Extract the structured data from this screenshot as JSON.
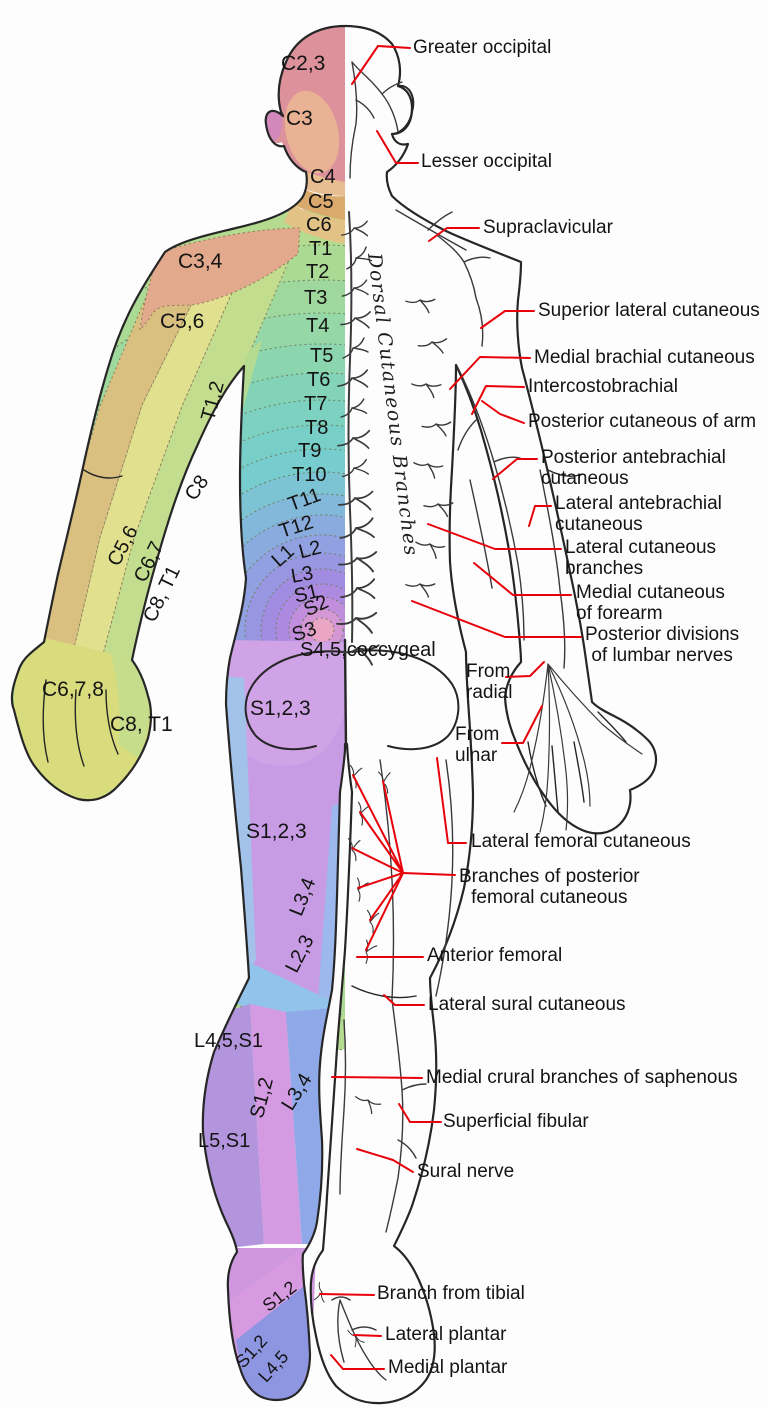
{
  "figure": {
    "spine_text": "Dorsal Cutaneous Branches",
    "description": "Posterior view dermatome map (left half colored) with cutaneous nerves (right half)"
  },
  "palette": {
    "leader_red": "#e8000a",
    "outline": "#262626",
    "head_c23": "#dd929b",
    "c3_patch": "#e9b295",
    "ear_pink": "#d388bb",
    "c4_band": "#e7bd92",
    "c5_band": "#d9aa6b",
    "c6_band": "#e3c285",
    "c34_shoulder": "#e2a98c",
    "c56_arm": "#d9bf80",
    "c67_arm": "#e0e08f",
    "c8t1_arm": "#c3dd8e",
    "hand_c678": "#d8dc7c",
    "t12_strip": "#b8dc8e",
    "buttock_s123": "#cfa3e6",
    "thigh_s123": "#c79ce5",
    "thigh_outer_blue": "#a2c2ea",
    "l34_blue": "#9db8ec",
    "l23_blue": "#92c3ea",
    "calf_outer_purple": "#b295dc",
    "calf_s12_violet": "#d49ae2",
    "calf_l34_blue": "#8fa9e8",
    "foot_s12": "#cf97dd",
    "foot_s12_stripe": "#d79ae0",
    "foot_l45": "#8e96e2"
  },
  "torso_bands": [
    {
      "level": "T1",
      "r": 420,
      "color": "#b4db90"
    },
    {
      "level": "T2",
      "r": 385,
      "color": "#abda95"
    },
    {
      "level": "T3",
      "r": 350,
      "color": "#9fd89d"
    },
    {
      "level": "T4",
      "r": 317,
      "color": "#95d7a6"
    },
    {
      "level": "T5",
      "r": 286,
      "color": "#8bd5af"
    },
    {
      "level": "T6",
      "r": 257,
      "color": "#82d3b8"
    },
    {
      "level": "T7",
      "r": 230,
      "color": "#7cd1c0"
    },
    {
      "level": "T8",
      "r": 205,
      "color": "#78cfc7"
    },
    {
      "level": "T9",
      "r": 181,
      "color": "#77cccd"
    },
    {
      "level": "T10",
      "r": 158,
      "color": "#7cc3d3"
    },
    {
      "level": "T11",
      "r": 136,
      "color": "#82b8d9"
    },
    {
      "level": "T12",
      "r": 115,
      "color": "#89abdd"
    },
    {
      "level": "L1",
      "r": 95,
      "color": "#90a0e0"
    },
    {
      "level": "L2",
      "r": 77,
      "color": "#9896e1"
    },
    {
      "level": "L3",
      "r": 61,
      "color": "#a18ce1"
    },
    {
      "level": "S1",
      "r": 46,
      "color": "#ae89e0"
    },
    {
      "level": "S2",
      "r": 33,
      "color": "#c08edd"
    },
    {
      "level": "S3",
      "r": 21,
      "color": "#d697d5"
    },
    {
      "level": "S4,5",
      "r": 12,
      "color": "#eba6c6"
    }
  ],
  "dermatome_labels": [
    {
      "text": "C2,3"
    },
    {
      "text": "C3"
    },
    {
      "text": "C4"
    },
    {
      "text": "C5"
    },
    {
      "text": "C6"
    },
    {
      "text": "T1"
    },
    {
      "text": "T2"
    },
    {
      "text": "T3"
    },
    {
      "text": "T4"
    },
    {
      "text": "T5"
    },
    {
      "text": "T6"
    },
    {
      "text": "T7"
    },
    {
      "text": "T8"
    },
    {
      "text": "T9"
    },
    {
      "text": "T10"
    },
    {
      "text": "T11"
    },
    {
      "text": "T12"
    },
    {
      "text": "L2"
    },
    {
      "text": "L1"
    },
    {
      "text": "L3"
    },
    {
      "text": "S1"
    },
    {
      "text": "S2"
    },
    {
      "text": "S3"
    },
    {
      "text": "S4,5,coccygeal"
    },
    {
      "text": "C3,4"
    },
    {
      "text": "C5,6"
    },
    {
      "text": "T1,2"
    },
    {
      "text": "C8"
    },
    {
      "text": "C5,6"
    },
    {
      "text": "C6,7"
    },
    {
      "text": "C8, T1"
    },
    {
      "text": "C6,7,8"
    },
    {
      "text": "C8, T1"
    },
    {
      "text": "S1,2,3"
    },
    {
      "text": "S1,2,3"
    },
    {
      "text": "L3,4"
    },
    {
      "text": "L2,3"
    },
    {
      "text": "L4,5,S1"
    },
    {
      "text": "S1,2"
    },
    {
      "text": "L3,4"
    },
    {
      "text": "L5,S1"
    },
    {
      "text": "S1,2"
    },
    {
      "text": "S1,2"
    },
    {
      "text": "L4,5"
    }
  ],
  "nerve_labels": [
    {
      "text": "Greater occipital"
    },
    {
      "text": "Lesser occipital"
    },
    {
      "text": "Supraclavicular"
    },
    {
      "text": "Superior lateral cutaneous"
    },
    {
      "text": "Medial brachial cutaneous"
    },
    {
      "text": "Intercostobrachial"
    },
    {
      "text": "Posterior cutaneous of arm"
    },
    {
      "text": "Posterior antebrachial\ncutaneous"
    },
    {
      "text": "Lateral antebrachial\ncutaneous"
    },
    {
      "text": "Lateral cutaneous\nbranches"
    },
    {
      "text": "Medial cutaneous\nof forearm"
    },
    {
      "text": "Posterior divisions\nof lumbar nerves"
    },
    {
      "text": "From\nradial"
    },
    {
      "text": "From\nulnar"
    },
    {
      "text": "Lateral femoral cutaneous"
    },
    {
      "text": "Branches of posterior\nfemoral cutaneous"
    },
    {
      "text": "Anterior femoral"
    },
    {
      "text": "Lateral sural cutaneous"
    },
    {
      "text": "Medial crural branches of saphenous"
    },
    {
      "text": "Superficial fibular"
    },
    {
      "text": "Sural nerve"
    },
    {
      "text": "Branch from tibial"
    },
    {
      "text": "Lateral plantar"
    },
    {
      "text": "Medial plantar"
    }
  ]
}
